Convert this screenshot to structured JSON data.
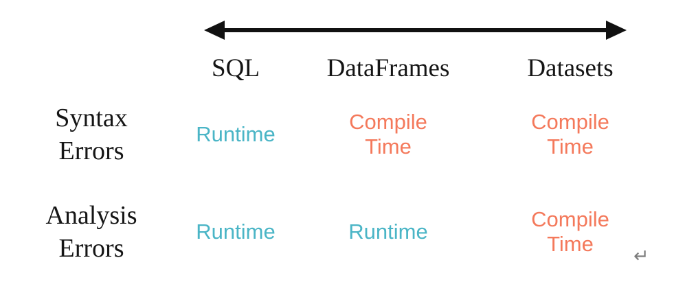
{
  "page": {
    "background": "#ffffff"
  },
  "diagram": {
    "arrow": {
      "kind": "horizontal-double-headed",
      "color": "#111111"
    },
    "columns": [
      "SQL",
      "DataFrames",
      "Datasets"
    ],
    "rows": [
      {
        "label": "Syntax Errors",
        "cells": [
          {
            "text": "Runtime",
            "color": "#4ab5c6"
          },
          {
            "text": "Compile Time",
            "color": "#f4795b"
          },
          {
            "text": "Compile Time",
            "color": "#f4795b"
          }
        ]
      },
      {
        "label": "Analysis Errors",
        "cells": [
          {
            "text": "Runtime",
            "color": "#4ab5c6"
          },
          {
            "text": "Runtime",
            "color": "#4ab5c6"
          },
          {
            "text": "Compile Time",
            "color": "#f4795b"
          }
        ]
      }
    ],
    "formatting_mark": {
      "glyph": "↵",
      "color": "#7d7d7d"
    }
  },
  "chart_data": {
    "type": "table",
    "title": "",
    "columns": [
      "SQL",
      "DataFrames",
      "Datasets"
    ],
    "row_labels": [
      "Syntax Errors",
      "Analysis Errors"
    ],
    "cells": [
      [
        "Runtime",
        "Compile Time",
        "Compile Time"
      ],
      [
        "Runtime",
        "Runtime",
        "Compile Time"
      ]
    ]
  }
}
